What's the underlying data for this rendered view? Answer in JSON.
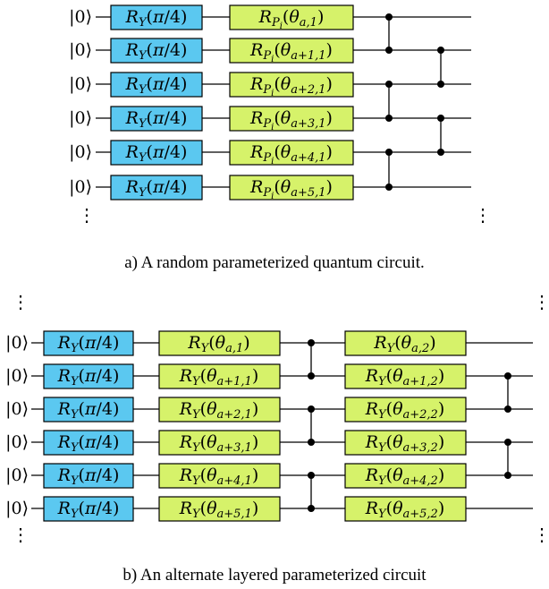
{
  "circuit_a": {
    "ket": "|0⟩",
    "ry_gate": "R_Y(π/4)",
    "param_gates": [
      {
        "base": "R",
        "sub": "P",
        "subsub": "i",
        "arg": "θ",
        "idx": "a,1"
      },
      {
        "base": "R",
        "sub": "P",
        "subsub": "i",
        "arg": "θ",
        "idx": "a+1,1"
      },
      {
        "base": "R",
        "sub": "P",
        "subsub": "i",
        "arg": "θ",
        "idx": "a+2,1"
      },
      {
        "base": "R",
        "sub": "P",
        "subsub": "i",
        "arg": "θ",
        "idx": "a+3,1"
      },
      {
        "base": "R",
        "sub": "P",
        "subsub": "i",
        "arg": "θ",
        "idx": "a+4,1"
      },
      {
        "base": "R",
        "sub": "P",
        "subsub": "i",
        "arg": "θ",
        "idx": "a+5,1"
      }
    ],
    "caption": "a) A random parameterized quantum circuit."
  },
  "circuit_b": {
    "ket": "|0⟩",
    "ry_gate": "R_Y(π/4)",
    "layer1": [
      "a,1",
      "a+1,1",
      "a+2,1",
      "a+3,1",
      "a+4,1",
      "a+5,1"
    ],
    "layer2": [
      "a,2",
      "a+1,2",
      "a+2,2",
      "a+3,2",
      "a+4,2",
      "a+5,2"
    ],
    "caption": "b) An alternate layered parameterized circuit"
  },
  "colors": {
    "blue_gate": "#5bc8f0",
    "green_gate": "#d6f26a"
  },
  "ellipsis_vertical": "⋮"
}
